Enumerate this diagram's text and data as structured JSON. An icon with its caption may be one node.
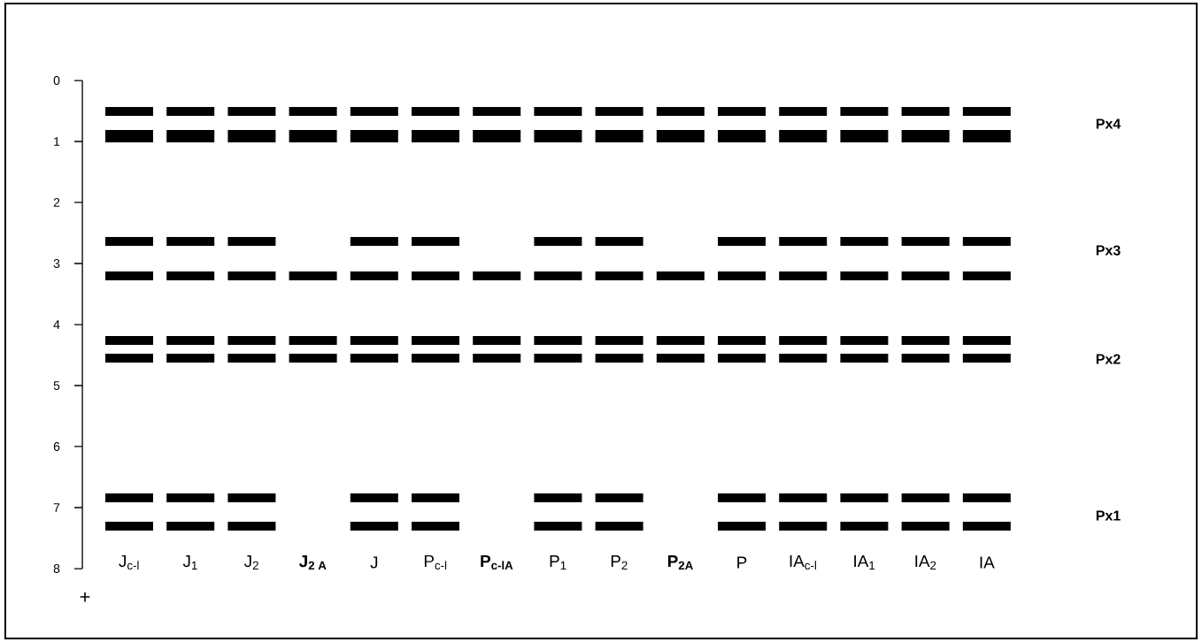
{
  "diagram": {
    "nodes": [
      {
        "text": [],
        "shape": "bar"
      },
      {
        "text": [],
        "shape": "bar"
      },
      {
        "text": [],
        "shape": "bar"
      },
      {
        "text": [],
        "shape": "bar"
      },
      {
        "text": [],
        "shape": "bar"
      },
      {
        "text": [],
        "shape": "bar"
      },
      {
        "text": [],
        "shape": "bar"
      },
      {
        "text": [],
        "shape": "bar"
      },
      {
        "text": [],
        "shape": "bar"
      },
      {
        "text": [],
        "shape": "bar"
      },
      {
        "text": [],
        "shape": "bar"
      },
      {
        "text": [],
        "shape": "bar"
      },
      {
        "text": [],
        "shape": "bar"
      },
      {
        "text": [],
        "shape": "bar"
      },
      {
        "text": [],
        "shape": "bar"
      },
      {
        "text": [],
        "shape": "bar"
      },
      {
        "text": [],
        "shape": "bar"
      },
      {
        "text": [],
        "shape": "bar"
      },
      {
        "text": [],
        "shape": "bar"
      },
      {
        "text": [],
        "shape": "bar"
      },
      {
        "text": [],
        "shape": "bar"
      },
      {
        "text": [],
        "shape": "bar"
      },
      {
        "text": [],
        "shape": "bar"
      },
      {
        "text": [],
        "shape": "bar"
      },
      {
        "text": [],
        "shape": "bar"
      },
      {
        "text": [],
        "shape": "bar"
      },
      {
        "text": [],
        "shape": "bar"
      },
      {
        "text": [],
        "shape": "bar"
      },
      {
        "text": [],
        "shape": "bar"
      },
      {
        "text": [],
        "shape": "bar"
      },
      {
        "text": [],
        "shape": "bar"
      },
      {
        "text": [],
        "shape": "bar"
      },
      {
        "text": [],
        "shape": "bar"
      },
      {
        "text": [],
        "shape": "bar"
      },
      {
        "text": [],
        "shape": "bar"
      },
      {
        "text": [],
        "shape": "bar"
      },
      {
        "text": [],
        "shape": "bar"
      },
      {
        "text": [],
        "shape": "bar"
      },
      {
        "text": [],
        "shape": "bar"
      },
      {
        "text": [],
        "shape": "bar"
      },
      {
        "text": [],
        "shape": "bar"
      },
      {
        "text": [],
        "shape": "bar"
      },
      {
        "text": [],
        "shape": "bar"
      },
      {
        "text": [],
        "shape": "bar"
      },
      {
        "text": [],
        "shape": "bar"
      },
      {
        "text": [],
        "shape": "bar"
      },
      {
        "text": [],
        "shape": "bar"
      },
      {
        "text": [],
        "shape": "bar"
      },
      {
        "text": [],
        "shape": "bar"
      },
      {
        "text": [],
        "shape": "bar"
      },
      {
        "text": [],
        "shape": "bar"
      },
      {
        "text": [],
        "shape": "bar"
      },
      {
        "text": [],
        "shape": "bar"
      },
      {
        "text": [],
        "shape": "bar"
      },
      {
        "text": [],
        "shape": "bar"
      },
      {
        "text": [],
        "shape": "bar"
      },
      {
        "text": [],
        "shape": "bar"
      },
      {
        "text": [],
        "shape": "bar"
      },
      {
        "text": [],
        "shape": "bar"
      },
      {
        "text": [],
        "shape": "bar"
      },
      {
        "text": [],
        "shape": "bar"
      },
      {
        "text": [],
        "shape": "bar"
      },
      {
        "text": [],
        "shape": "bar"
      },
      {
        "text": [],
        "shape": "bar"
      },
      {
        "text": [],
        "shape": "bar"
      },
      {
        "text": [],
        "shape": "bar"
      },
      {
        "text": [],
        "shape": "bar"
      },
      {
        "text": [],
        "shape": "bar"
      },
      {
        "text": [],
        "shape": "bar"
      },
      {
        "text": [],
        "shape": "bar"
      },
      {
        "text": [],
        "shape": "bar"
      },
      {
        "text": [],
        "shape": "bar"
      },
      {
        "text": [],
        "shape": "bar"
      },
      {
        "text": [],
        "shape": "bar"
      },
      {
        "text": [],
        "shape": "bar"
      },
      {
        "text": [],
        "shape": "bar"
      },
      {
        "text": [],
        "shape": "bar"
      },
      {
        "text": [],
        "shape": "bar"
      },
      {
        "text": [],
        "shape": "bar"
      },
      {
        "text": [],
        "shape": "bar"
      },
      {
        "text": [],
        "shape": "bar"
      },
      {
        "text": [],
        "shape": "bar"
      },
      {
        "text": [],
        "shape": "bar"
      },
      {
        "text": [],
        "shape": "bar"
      },
      {
        "text": [],
        "shape": "bar"
      },
      {
        "text": [],
        "shape": "bar"
      },
      {
        "text": [],
        "shape": "bar"
      },
      {
        "text": [],
        "shape": "bar"
      },
      {
        "text": [],
        "shape": "bar"
      },
      {
        "text": [],
        "shape": "bar"
      },
      {
        "text": [],
        "shape": "bar"
      },
      {
        "text": [],
        "shape": "bar"
      },
      {
        "text": [],
        "shape": "bar"
      },
      {
        "text": [],
        "shape": "bar"
      },
      {
        "text": [],
        "shape": "bar"
      },
      {
        "text": [],
        "shape": "bar"
      },
      {
        "text": [],
        "shape": "bar"
      },
      {
        "text": [],
        "shape": "bar"
      },
      {
        "text": [],
        "shape": "bar"
      },
      {
        "text": [],
        "shape": "bar"
      },
      {
        "text": [],
        "shape": "bar"
      },
      {
        "text": [],
        "shape": "bar"
      },
      {
        "text": [],
        "shape": "bar"
      },
      {
        "text": [],
        "shape": "bar"
      },
      {
        "text": [],
        "shape": "bar"
      },
      {
        "text": [],
        "shape": "bar"
      },
      {
        "text": [],
        "shape": "bar"
      },
      {
        "text": [],
        "shape": "bar"
      },
      {
        "text": [],
        "shape": "bar"
      },
      {
        "text": [],
        "shape": "bar"
      },
      {
        "text": [],
        "shape": "bar"
      }
    ],
    "labels": [
      "0",
      "1",
      "2",
      "3",
      "4",
      "5",
      "6",
      "7",
      "8",
      "Px4",
      "Px3",
      "Px2",
      "Px1",
      "J$_{c-l}$",
      "J$_{1}$",
      "J$_{2}$",
      "J$_{2 A}$",
      "J",
      "P$_{c-l}$",
      "P$_{c-lA}$",
      "P$_{1}$",
      "P$_{2}$",
      "P$_{2A}$",
      "P",
      "IA$_{c-l}$",
      "IA$_{1}$",
      "IA$_{2}$",
      "IA",
      "+"
    ]
  }
}
